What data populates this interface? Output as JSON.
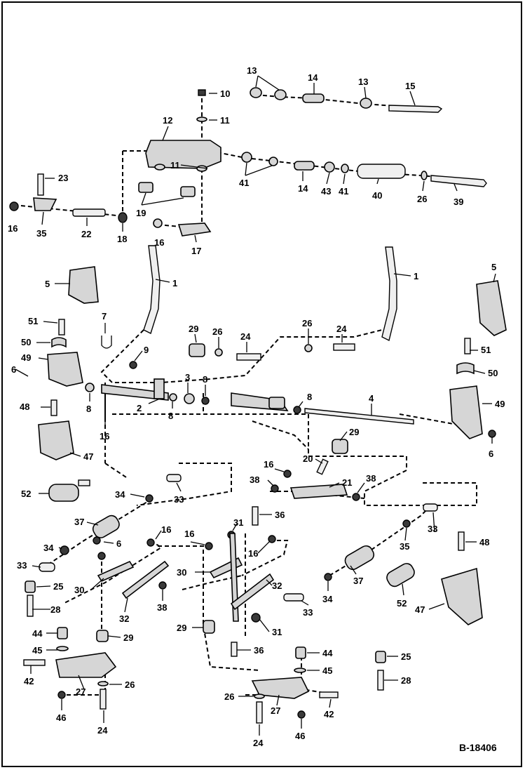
{
  "figure": {
    "reference": "B-18406",
    "callouts": [
      {
        "id": "c13a",
        "text": "13"
      },
      {
        "id": "c14a",
        "text": "14"
      },
      {
        "id": "c13b",
        "text": "13"
      },
      {
        "id": "c15",
        "text": "15"
      },
      {
        "id": "c10",
        "text": "10"
      },
      {
        "id": "c11a",
        "text": "11"
      },
      {
        "id": "c12",
        "text": "12"
      },
      {
        "id": "c11b",
        "text": "11"
      },
      {
        "id": "c41a",
        "text": "41"
      },
      {
        "id": "c14b",
        "text": "14"
      },
      {
        "id": "c43",
        "text": "43"
      },
      {
        "id": "c41b",
        "text": "41"
      },
      {
        "id": "c40",
        "text": "40"
      },
      {
        "id": "c26a",
        "text": "26"
      },
      {
        "id": "c39",
        "text": "39"
      },
      {
        "id": "c23",
        "text": "23"
      },
      {
        "id": "c19",
        "text": "19"
      },
      {
        "id": "c16a",
        "text": "16"
      },
      {
        "id": "c35a",
        "text": "35"
      },
      {
        "id": "c22",
        "text": "22"
      },
      {
        "id": "c18",
        "text": "18"
      },
      {
        "id": "c16b",
        "text": "16"
      },
      {
        "id": "c17",
        "text": "17"
      },
      {
        "id": "c1a",
        "text": "1"
      },
      {
        "id": "c5a",
        "text": "5"
      },
      {
        "id": "c1b",
        "text": "1"
      },
      {
        "id": "c5b",
        "text": "5"
      },
      {
        "id": "c7",
        "text": "7"
      },
      {
        "id": "c51a",
        "text": "51"
      },
      {
        "id": "c50a",
        "text": "50"
      },
      {
        "id": "c49a",
        "text": "49"
      },
      {
        "id": "c6a",
        "text": "6"
      },
      {
        "id": "c9",
        "text": "9"
      },
      {
        "id": "c29a",
        "text": "29"
      },
      {
        "id": "c26b",
        "text": "26"
      },
      {
        "id": "c24a",
        "text": "24"
      },
      {
        "id": "c26c",
        "text": "26"
      },
      {
        "id": "c24b",
        "text": "24"
      },
      {
        "id": "c3",
        "text": "3"
      },
      {
        "id": "c8a",
        "text": "8"
      },
      {
        "id": "c8b",
        "text": "8"
      },
      {
        "id": "c2",
        "text": "2"
      },
      {
        "id": "c8c",
        "text": "8"
      },
      {
        "id": "c8d",
        "text": "8"
      },
      {
        "id": "c16c",
        "text": "16"
      },
      {
        "id": "c4",
        "text": "4"
      },
      {
        "id": "c51b",
        "text": "51"
      },
      {
        "id": "c50b",
        "text": "50"
      },
      {
        "id": "c49b",
        "text": "49"
      },
      {
        "id": "c48a",
        "text": "48"
      },
      {
        "id": "c47a",
        "text": "47"
      },
      {
        "id": "c6b",
        "text": "6"
      },
      {
        "id": "c29b",
        "text": "29"
      },
      {
        "id": "c52a",
        "text": "52"
      },
      {
        "id": "c34a",
        "text": "34"
      },
      {
        "id": "c33a",
        "text": "33"
      },
      {
        "id": "c16d",
        "text": "16"
      },
      {
        "id": "c20",
        "text": "20"
      },
      {
        "id": "c38a",
        "text": "38"
      },
      {
        "id": "c21",
        "text": "21"
      },
      {
        "id": "c38b",
        "text": "38"
      },
      {
        "id": "c36a",
        "text": "36"
      },
      {
        "id": "c37a",
        "text": "37"
      },
      {
        "id": "c16e",
        "text": "16"
      },
      {
        "id": "c31a",
        "text": "31"
      },
      {
        "id": "c34b",
        "text": "34"
      },
      {
        "id": "c6c",
        "text": "6"
      },
      {
        "id": "c16f",
        "text": "16"
      },
      {
        "id": "c16g",
        "text": "16"
      },
      {
        "id": "c33b",
        "text": "33"
      },
      {
        "id": "c35b",
        "text": "35"
      },
      {
        "id": "c48b",
        "text": "48"
      },
      {
        "id": "c33c",
        "text": "33"
      },
      {
        "id": "c25a",
        "text": "25"
      },
      {
        "id": "c30a",
        "text": "30"
      },
      {
        "id": "c30b",
        "text": "30"
      },
      {
        "id": "c32a",
        "text": "32"
      },
      {
        "id": "c37b",
        "text": "37"
      },
      {
        "id": "c28a",
        "text": "28"
      },
      {
        "id": "c32b",
        "text": "32"
      },
      {
        "id": "c38c",
        "text": "38"
      },
      {
        "id": "c34c",
        "text": "34"
      },
      {
        "id": "c52b",
        "text": "52"
      },
      {
        "id": "c33d",
        "text": "33"
      },
      {
        "id": "c47b",
        "text": "47"
      },
      {
        "id": "c44a",
        "text": "44"
      },
      {
        "id": "c29c",
        "text": "29"
      },
      {
        "id": "c29d",
        "text": "29"
      },
      {
        "id": "c31b",
        "text": "31"
      },
      {
        "id": "c45a",
        "text": "45"
      },
      {
        "id": "c36b",
        "text": "36"
      },
      {
        "id": "c44b",
        "text": "44"
      },
      {
        "id": "c42a",
        "text": "42"
      },
      {
        "id": "c27a",
        "text": "27"
      },
      {
        "id": "c26d",
        "text": "26"
      },
      {
        "id": "c45b",
        "text": "45"
      },
      {
        "id": "c25b",
        "text": "25"
      },
      {
        "id": "c46a",
        "text": "46"
      },
      {
        "id": "c28b",
        "text": "28"
      },
      {
        "id": "c24c",
        "text": "24"
      },
      {
        "id": "c26e",
        "text": "26"
      },
      {
        "id": "c27b",
        "text": "27"
      },
      {
        "id": "c42b",
        "text": "42"
      },
      {
        "id": "c24d",
        "text": "24"
      },
      {
        "id": "c46b",
        "text": "46"
      }
    ]
  }
}
